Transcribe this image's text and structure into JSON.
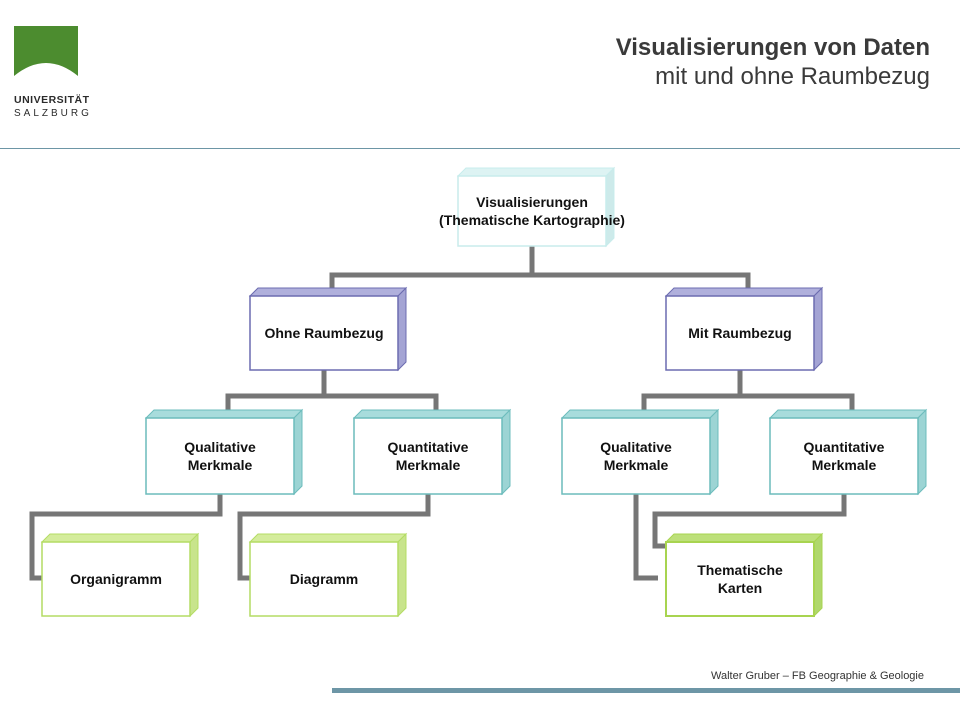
{
  "header": {
    "logo_line1": "UNIVERSITÄT",
    "logo_line2": "SALZBURG",
    "title_line1": "Visualisierungen von Daten",
    "title_line2": "mit und ohne Raumbezug"
  },
  "diagram": {
    "root": "Visualisierungen\n(Thematische Kartographie)",
    "left_branch": "Ohne Raumbezug",
    "right_branch": "Mit Raumbezug",
    "left_qualitative": "Qualitative\n Merkmale",
    "left_quantitative": "Quantitative\nMerkmale",
    "right_qualitative": "Qualitative\n Merkmale",
    "right_quantitative": "Quantitative\nMerkmale",
    "organigramm": "Organigramm",
    "diagramm": "Diagramm",
    "thematische_karten": "Thematische\nKarten"
  },
  "footer": {
    "text": "Walter Gruber – FB Geographie & Geologie"
  },
  "colors": {
    "logo_green": "#4c8c2f",
    "accent_rule": "#6d96a6",
    "connector": "#767676",
    "root_border": "#c8ecec",
    "branch_border": "#6c6cb0",
    "branch_top": "#b0b0dc",
    "attr_border": "#6cbcbc",
    "attr_top": "#a8dcdc",
    "leaf_border": "#b4dc64",
    "leaf_top": "#d4ec9c"
  }
}
